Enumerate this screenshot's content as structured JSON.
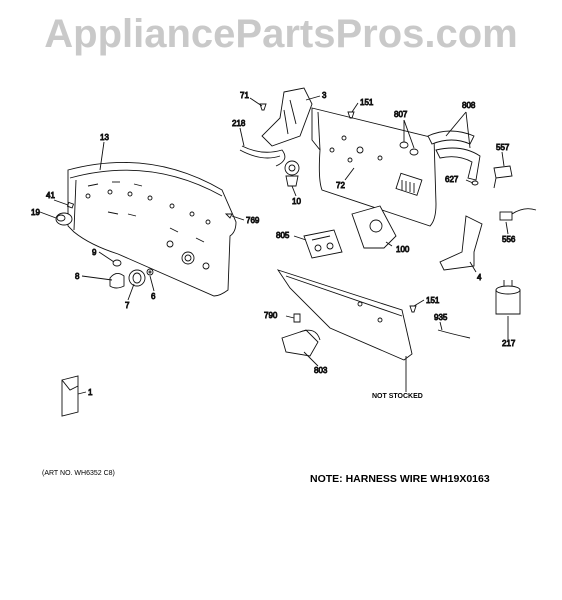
{
  "watermark": "AppliancePartsPros.com",
  "parts": [
    {
      "id": "p13",
      "label": "13"
    },
    {
      "id": "p41",
      "label": "41"
    },
    {
      "id": "p19",
      "label": "19"
    },
    {
      "id": "p9",
      "label": "9"
    },
    {
      "id": "p8",
      "label": "8"
    },
    {
      "id": "p7",
      "label": "7"
    },
    {
      "id": "p6",
      "label": "6"
    },
    {
      "id": "p1",
      "label": "1"
    },
    {
      "id": "p71",
      "label": "71"
    },
    {
      "id": "p3",
      "label": "3"
    },
    {
      "id": "p218",
      "label": "218"
    },
    {
      "id": "p10",
      "label": "10"
    },
    {
      "id": "p769",
      "label": "769"
    },
    {
      "id": "p151a",
      "label": "151"
    },
    {
      "id": "p807",
      "label": "807"
    },
    {
      "id": "p808",
      "label": "808"
    },
    {
      "id": "p557",
      "label": "557"
    },
    {
      "id": "p627",
      "label": "627"
    },
    {
      "id": "p72",
      "label": "72"
    },
    {
      "id": "p805",
      "label": "805"
    },
    {
      "id": "p100",
      "label": "100"
    },
    {
      "id": "p556",
      "label": "556"
    },
    {
      "id": "p4",
      "label": "4"
    },
    {
      "id": "p151b",
      "label": "151"
    },
    {
      "id": "p935",
      "label": "935"
    },
    {
      "id": "p790",
      "label": "790"
    },
    {
      "id": "p803",
      "label": "803"
    },
    {
      "id": "p217",
      "label": "217"
    }
  ],
  "notes": {
    "not_stocked": "NOT STOCKED",
    "art_no": "(ART NO. WH6352 C8)",
    "harness": "NOTE: HARNESS WIRE WH19X0163"
  }
}
